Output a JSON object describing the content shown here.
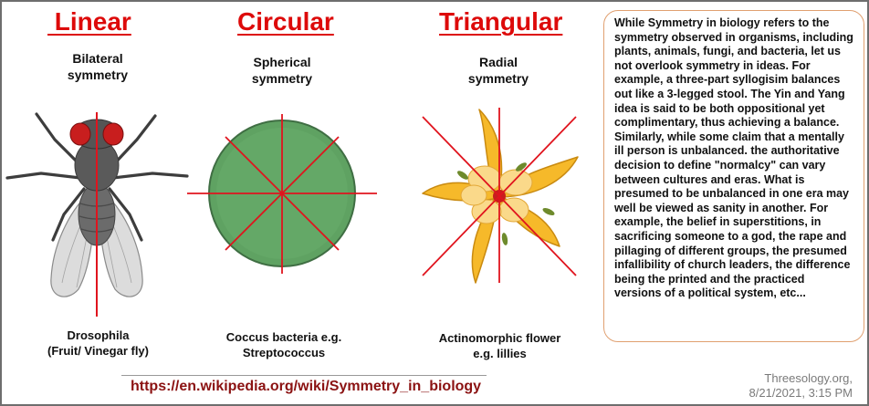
{
  "columns": [
    {
      "heading": " Linear",
      "subtitle_line1": "Bilateral",
      "subtitle_line2": "symmetry",
      "caption_line1": "Drosophila",
      "caption_line2": "(Fruit/ Vinegar fly)",
      "image_icon": "fruit-fly"
    },
    {
      "heading": "Circular",
      "subtitle_line1": "Spherical",
      "subtitle_line2": "symmetry",
      "caption_line1": "Coccus bacteria e.g.",
      "caption_line2": "Streptococcus",
      "image_icon": "coccus-bacterium"
    },
    {
      "heading": "Triangular",
      "subtitle_line1": "Radial",
      "subtitle_line2": "symmetry",
      "caption_line1": "Actinomorphic flower",
      "caption_line2": "e.g. lillies",
      "image_icon": "lily-flower"
    }
  ],
  "description": "While Symmetry in biology refers to the symmetry observed in organisms, including plants, animals, fungi, and bacteria, let us not overlook symmetry in ideas. For example, a three-part syllogisim balances out like a 3-legged stool. The Yin and Yang idea is said to be both oppositional yet complimentary, thus achieving a balance. Similarly, while some claim that a mentally ill person is unbalanced. the authoritative decision to define \"normalcy\" can vary between cultures and eras. What is presumed to be unbalanced in one era may well be viewed as sanity in another. For example, the belief in superstitions, in sacrificing someone to a god, the rape and pillaging of different groups, the presumed infallibility of church leaders, the difference being the printed and the practiced versions of a political system, etc...",
  "link": "https://en.wikipedia.org/wiki/Symmetry_in_biology",
  "credit_line1": "Threesology.org,",
  "credit_line2": "8/21/2021, 3:15 PM",
  "colors": {
    "heading": "#dd0a0a",
    "symmetry_lines": "#e0141e",
    "bacterium_fill": "#5fa262",
    "bacterium_edge": "#3f6e43",
    "petal_fill": "#f6b92a",
    "petal_center": "#fad98a",
    "link": "#8b1212",
    "textbox_border": "#e0a070"
  }
}
